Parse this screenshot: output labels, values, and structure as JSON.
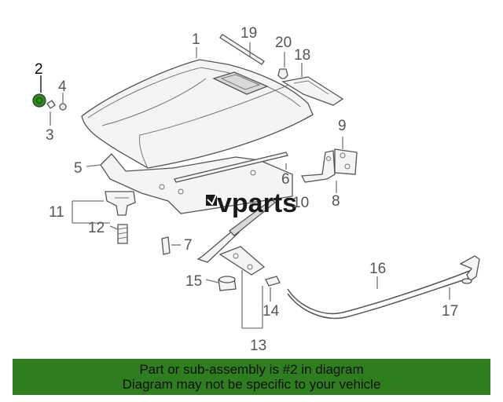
{
  "diagram": {
    "callouts": {
      "c1": "1",
      "c2": "2",
      "c3": "3",
      "c4": "4",
      "c5": "5",
      "c6": "6",
      "c7": "7",
      "c8": "8",
      "c9": "9",
      "c10": "10",
      "c11": "11",
      "c12": "12",
      "c13": "13",
      "c14": "14",
      "c15": "15",
      "c16": "16",
      "c17": "17",
      "c18": "18",
      "c19": "19",
      "c20": "20"
    },
    "highlighted_part": "2",
    "highlight_color": "#2e8b1f",
    "watermark": "vparts"
  },
  "banner": {
    "line1": "Part or sub-assembly is #2 in diagram",
    "line2": "Diagram may not be specific to your vehicle",
    "background": "#2e7d1f"
  }
}
